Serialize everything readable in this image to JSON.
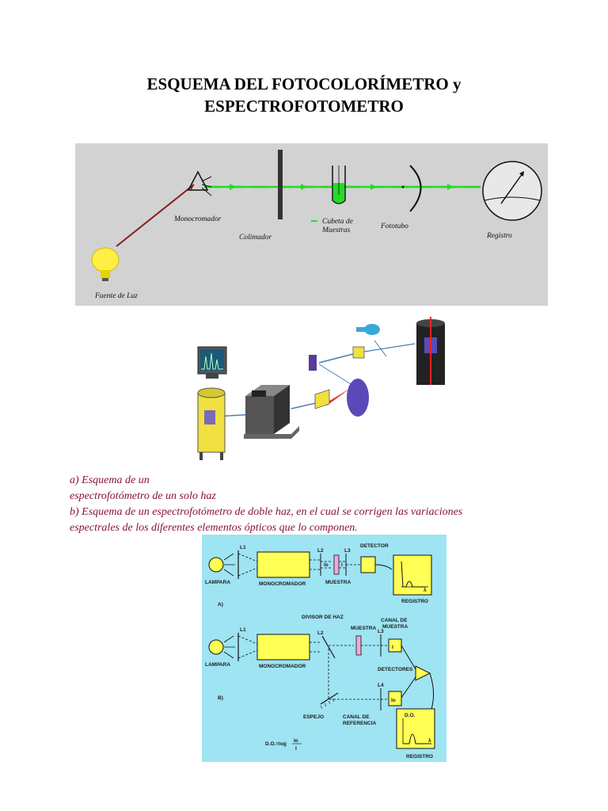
{
  "title": {
    "line1": "ESQUEMA DEL FOTOCOLORÍMETRO y",
    "line2": "ESPECTROFOTOMETRO"
  },
  "figure1": {
    "labels": {
      "light_source": "Fuente de Luz",
      "monochromator": "Monocromador",
      "collimator": "Colimador",
      "cuvette_line1": "Cubeta de",
      "cuvette_line2": "Muestras",
      "phototube": "Fototubo",
      "register": "Registro"
    },
    "colors": {
      "background": "#d2d2d2",
      "beam_red": "#8b1a1a",
      "beam_green": "#22dd22",
      "bulb": "#ffee44"
    }
  },
  "caption": {
    "line1": "a) Esquema de un",
    "line2": "espectrofotómetro de un solo haz",
    "line3": "b) Esquema de un espectrofotómetro de doble haz, en el cual se corrigen las variaciones",
    "line4": "espectrales de los diferentes elementos ópticos que lo componen."
  },
  "figure3": {
    "a": {
      "lampara": "LAMPARA",
      "monocromador": "MONOCROMADOR",
      "muestra": "MUESTRA",
      "detector": "DETECTOR",
      "registro": "REGISTRO",
      "l1": "L1",
      "l2": "L2",
      "l3": "L3",
      "io": "Io",
      "i": "I",
      "lambda": "λ",
      "panel": "A)"
    },
    "b": {
      "lampara": "LAMPARA",
      "monocromador": "MONOCROMADOR",
      "divisor": "DIVISOR DE HAZ",
      "muestra": "MUESTRA",
      "canal_muestra_1": "CANAL DE",
      "canal_muestra_2": "MUESTRA",
      "detectores": "DETECTORES",
      "espejo": "ESPEJO",
      "canal_ref_1": "CANAL DE",
      "canal_ref_2": "REFERENCIA",
      "registro": "REGISTRO",
      "do": "D.O.",
      "formula": "D.O.=log",
      "formula_num": "Io",
      "formula_den": "I",
      "l1": "L1",
      "l2": "L2",
      "l3": "L3",
      "l4": "L4",
      "lambda": "λ",
      "panel": "B)"
    },
    "colors": {
      "background": "#9ee4f2",
      "box": "#ffff55"
    }
  }
}
